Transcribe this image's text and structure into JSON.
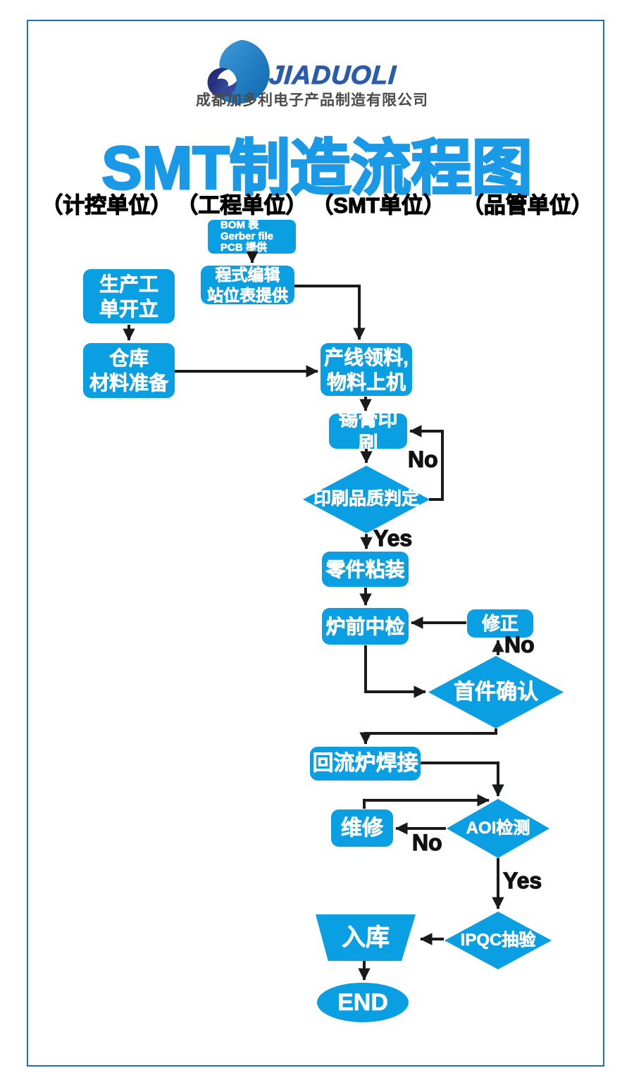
{
  "header": {
    "logo_text": "JIADUOLI",
    "company_name": "成都加多利电子产品制造有限公司",
    "title": "SMT制造流程图",
    "units": [
      "（计控单位）",
      "（工程单位）",
      "（SMT单位）",
      "（品管单位）"
    ]
  },
  "nodes": {
    "bom": "BOM 表\nGerber file\nPCB 提供",
    "program": "程式编辑\n站位表提供",
    "work_order": "生产工\n单开立",
    "warehouse": "仓库\n材料准备",
    "line_feed": "产线领料,\n物料上机",
    "solder_print": "锡膏印刷",
    "print_check": "印刷品质判定",
    "chip_mount": "零件粘装",
    "pre_oven_check": "炉前中检",
    "fix": "修正",
    "first_confirm": "首件确认",
    "reflow": "回流炉焊接",
    "repair": "维修",
    "aoi": "AOI检测",
    "ipqc": "IPQC抽验",
    "storage": "入库",
    "end": "END"
  },
  "edge_labels": {
    "print_no": "No",
    "print_yes": "Yes",
    "first_no": "No",
    "aoi_no": "No",
    "aoi_yes": "Yes"
  },
  "colors": {
    "node_blue": "#0a9ee3",
    "title_blue": "#1a9ae6",
    "frame_blue": "#1e6fb8",
    "arrow": "#1a1a1a",
    "logo_navy": "#272e7e",
    "logo_blue": "#1d7ec4",
    "company_text": "#4b4b4b",
    "label_black": "#111111"
  }
}
